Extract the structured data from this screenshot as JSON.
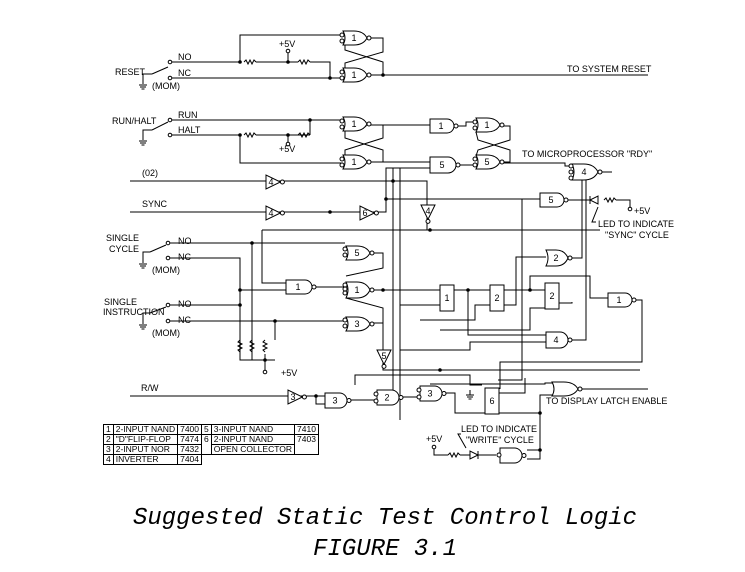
{
  "labels": {
    "reset": "RESET",
    "reset_no": "NO",
    "reset_nc": "NC",
    "reset_mom": "(MOM)",
    "plus5v": "+5V",
    "to_system_reset": "TO SYSTEM RESET",
    "run_halt": "RUN/HALT",
    "run": "RUN",
    "halt": "HALT",
    "to_rdy": "TO MICROPROCESSOR \"RDY\"",
    "phi2": "(02)",
    "sync": "SYNC",
    "led_indicate": "LED TO INDICATE",
    "sync_cycle": "\"SYNC\" CYCLE",
    "single_cycle_1": "SINGLE",
    "single_cycle_2": "CYCLE",
    "single_instr_1": "SINGLE",
    "single_instr_2": "INSTRUCTION",
    "no": "NO",
    "nc": "NC",
    "mom": "(MOM)",
    "rw": "R/W",
    "to_display_latch": "TO DISPLAY LATCH ENABLE",
    "write_cycle": "\"WRITE\" CYCLE"
  },
  "gate_labels": [
    "1",
    "1",
    "1",
    "1",
    "1",
    "1",
    "5",
    "5",
    "4",
    "4",
    "4",
    "4",
    "6",
    "5",
    "5",
    "1",
    "3",
    "1",
    "5",
    "1",
    "2",
    "2",
    "2",
    "4",
    "1",
    "3",
    "3",
    "2",
    "3",
    "6"
  ],
  "legend": [
    {
      "num": "1",
      "name": "2-INPUT NAND",
      "part": "7400"
    },
    {
      "num": "2",
      "name": "\"D\"FLIP-FLOP",
      "part": "7474"
    },
    {
      "num": "3",
      "name": "2-INPUT NOR",
      "part": "7432"
    },
    {
      "num": "4",
      "name": "INVERTER",
      "part": "7404"
    },
    {
      "num": "5",
      "name": "3-INPUT NAND",
      "part": "7410"
    },
    {
      "num": "6",
      "name": "2-INPUT NAND",
      "name2": "OPEN COLLECTOR",
      "part": "7403"
    }
  ],
  "title": "Suggested Static Test Control Logic",
  "figure": "FIGURE 3.1"
}
